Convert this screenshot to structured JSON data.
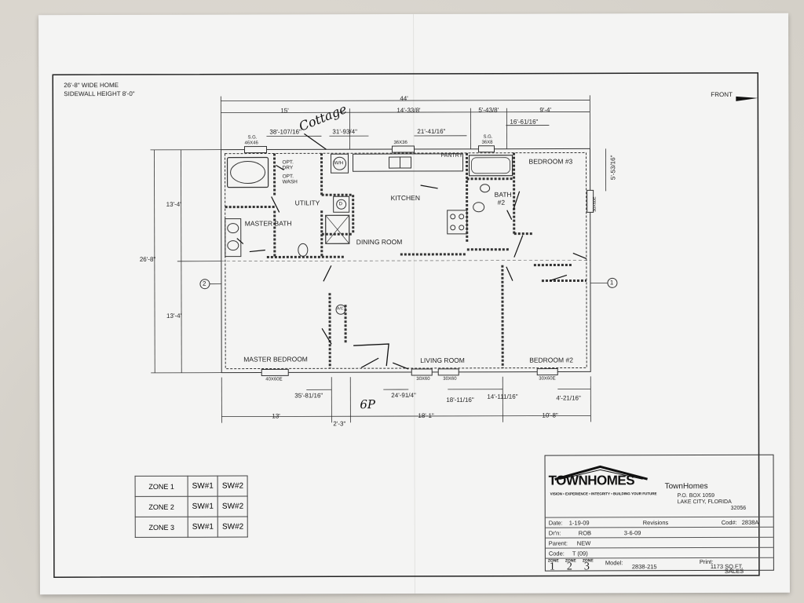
{
  "header": {
    "line1": "26'-8\" WIDE HOME",
    "line2": "SIDEWALL HEIGHT 8'-0\"",
    "front": "FRONT"
  },
  "dims": {
    "total_width": "44'",
    "top_15": "15'",
    "top_14_3": "14'-3",
    "top_14_3_frac": "3/8'",
    "top_5_4": "5'-4",
    "top_5_4_frac": "3/8'",
    "top_9_4": "9'-4'",
    "d38": "38'-10",
    "d38_frac": "7/16\"",
    "d31": "31'-9",
    "d31_frac": "3/4\"",
    "d21": "21'-4",
    "d21_frac": "1/16\"",
    "d16": "16'-6",
    "d16_frac": "1/16\"",
    "left_26_8": "26'-8\"",
    "left_13_4_top": "13'-4'",
    "left_13_4_bot": "13'-4'",
    "right_5": "5'-5",
    "right_5_frac": "3/16\"",
    "d35": "35'-8",
    "d35_frac": "1/16\"",
    "d24": "24'-9",
    "d24_frac": "1/4\"",
    "d18": "18'-1",
    "d18_frac": "1/16\"",
    "d14": "14'-11",
    "d14_frac": "1/16\"",
    "d4": "4'-2",
    "d4_frac": "1/16\"",
    "bot_13": "13'",
    "bot_2_3": "2'-3\"",
    "bot_18_1": "18'-1\"",
    "bot_10_8": "10'-8\""
  },
  "windows": {
    "sg1": "S.G.",
    "sg1_size": "46X46",
    "w36x36": "36X36",
    "sg2": "S.G.",
    "sg2_size": "36X8",
    "w30x60_side": "30X60E",
    "w40x60e": "40X60E",
    "w30x60a": "30X60",
    "w30x60b": "30X60",
    "w30x60e": "30X60E"
  },
  "rooms": {
    "master_bath": "MASTER BATH",
    "utility": "UTILITY",
    "opt_dry": "OPT. DRY",
    "opt_wash": "OPT. WASH",
    "kitchen": "KITCHEN",
    "pantry": "PANTRY",
    "dining": "DINING ROOM",
    "bath2": "BATH",
    "bath2_num": "#2",
    "bedroom3": "BEDROOM #3",
    "master_bedroom": "MASTER BEDROOM",
    "living": "LIVING ROOM",
    "bedroom2": "BEDROOM #2",
    "wh": "W/H",
    "d": "D",
    "ac": "A/C"
  },
  "markers": {
    "left": "2",
    "right": "1"
  },
  "handwriting": {
    "note1": "Cottage",
    "note2": "6P"
  },
  "zones": [
    {
      "label": "ZONE 1",
      "sw1": "SW#1",
      "sw2": "SW#2"
    },
    {
      "label": "ZONE 2",
      "sw1": "SW#1",
      "sw2": "SW#2"
    },
    {
      "label": "ZONE 3",
      "sw1": "SW#1",
      "sw2": "SW#2"
    }
  ],
  "title_block": {
    "logo": "TOWNHOMES",
    "logo_tag": "VISION • EXPERIENCE • INTEGRITY • BUILDING YOUR FUTURE",
    "company": "TownHomes",
    "address1": "P.O. BOX 1059",
    "address2": "LAKE CITY, FLORIDA",
    "zip": "32056",
    "date_label": "Date:",
    "date": "1-19-09",
    "revisions_label": "Revisions",
    "cod_label": "Cod#:",
    "cod": "2838A",
    "drn_label": "Dr'n:",
    "drn": "ROB",
    "rev_date": "3-6-09",
    "parent_label": "Parent:",
    "parent": "NEW",
    "code_label": "Code:",
    "code": "T (09)",
    "zone_label": "ZONE",
    "zone1": "1",
    "zone2": "2",
    "zone3": "3",
    "model_label": "Model:",
    "model": "2838-215",
    "print_label": "Print:",
    "sqft": "1173 SQ.FT.",
    "sales": "SALES"
  }
}
